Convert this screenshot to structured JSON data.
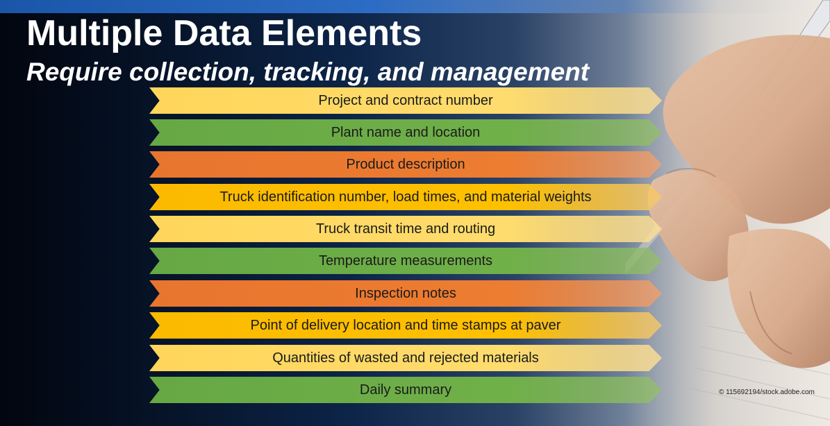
{
  "slide": {
    "title": "Multiple Data Elements",
    "subtitle": "Require collection, tracking, and management",
    "items": [
      {
        "label": "Project and contract number",
        "color": "#ffd966"
      },
      {
        "label": "Plant name and location",
        "color": "#70ad47"
      },
      {
        "label": "Product description",
        "color": "#ed7d31"
      },
      {
        "label": "Truck identification number, load times, and material weights",
        "color": "#ffc000"
      },
      {
        "label": "Truck transit time and routing",
        "color": "#ffd966"
      },
      {
        "label": "Temperature measurements",
        "color": "#70ad47"
      },
      {
        "label": "Inspection notes",
        "color": "#ed7d31"
      },
      {
        "label": "Point of delivery location and time stamps at paver",
        "color": "#ffc000"
      },
      {
        "label": "Quantities of wasted and rejected materials",
        "color": "#ffd966"
      },
      {
        "label": "Daily summary",
        "color": "#70ad47"
      }
    ],
    "image_credit": "© 115692194/stock.adobe.com"
  }
}
